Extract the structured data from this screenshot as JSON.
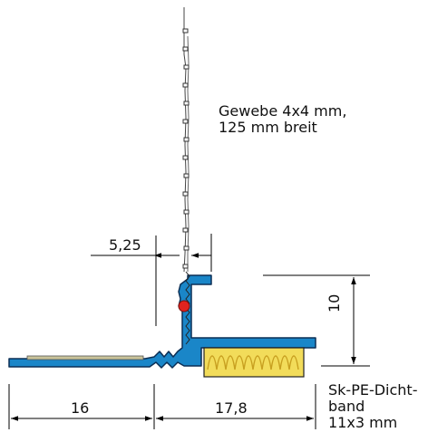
{
  "labels": {
    "mesh_line1": "Gewebe 4x4 mm,",
    "mesh_line2": "125 mm breit",
    "dim_gap": "5,25",
    "dim_height": "10",
    "dim_left": "16",
    "dim_right": "17,8",
    "tape_line1": "Sk-PE-Dicht-",
    "tape_line2": "band",
    "tape_line3": "11x3 mm"
  },
  "colors": {
    "profile": "#1a86c8",
    "profile_outline": "#0b2f55",
    "foam_tape": "#f2dc5a",
    "wave": "#c8a020",
    "red_marker": "#e0231f",
    "dimension_lines": "#000000",
    "mesh": "#333333"
  }
}
